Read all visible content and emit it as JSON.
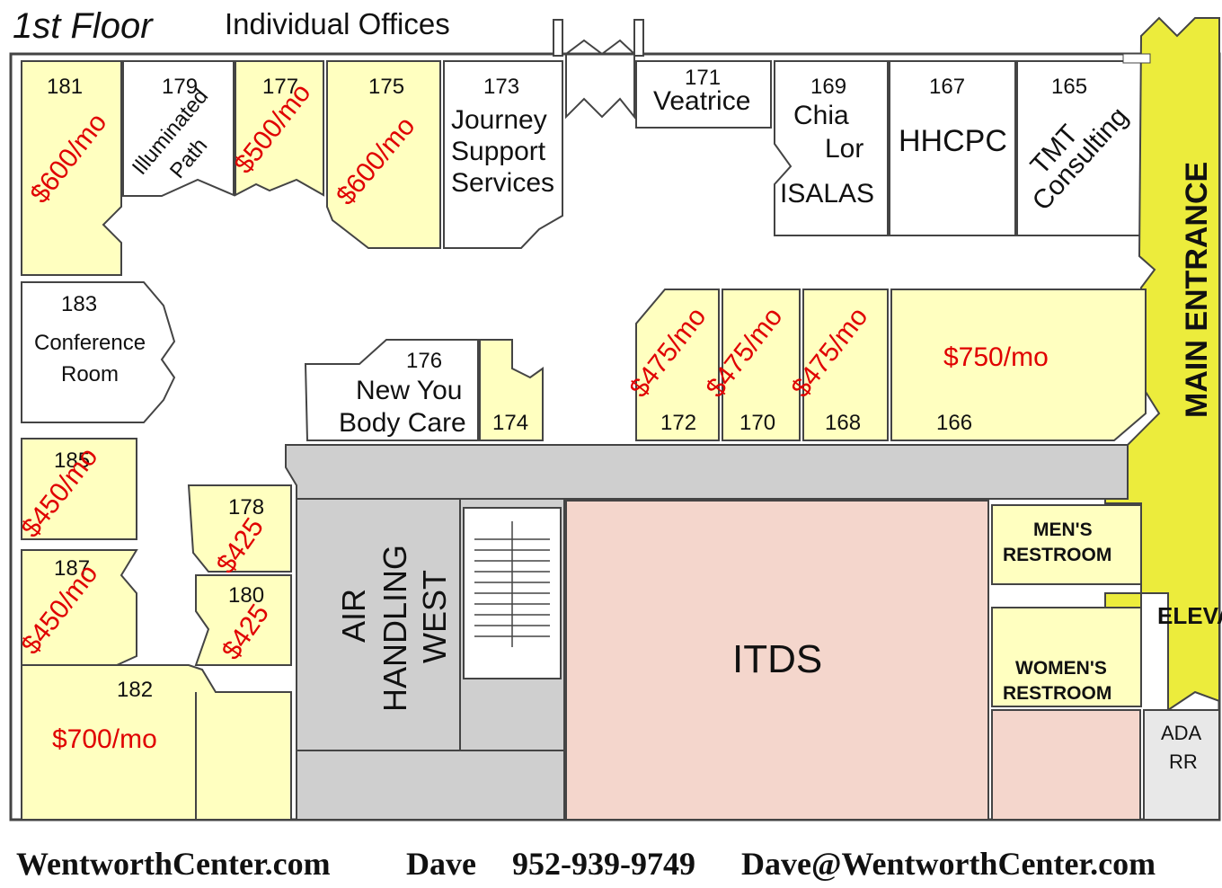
{
  "header": {
    "floor": "1st Floor",
    "subtitle": "Individual Offices"
  },
  "colors": {
    "available": "#ffffc0",
    "entrance": "#ecec3c",
    "mechanical": "#cfcfcf",
    "itds": "#f4d6cc",
    "ada": "#e8e8e8",
    "price": "#e00000",
    "wall": "#444444"
  },
  "rooms": {
    "r181": {
      "number": "181",
      "price": "$600/mo"
    },
    "r179": {
      "number": "179",
      "tenant_line1": "Illuminated",
      "tenant_line2": "Path"
    },
    "r177": {
      "number": "177",
      "price": "$500/mo"
    },
    "r175": {
      "number": "175",
      "price": "$600/mo"
    },
    "r173": {
      "number": "173",
      "tenant_line1": "Journey",
      "tenant_line2": "Support",
      "tenant_line3": "Services"
    },
    "r171": {
      "number": "171",
      "tenant": "Veatrice"
    },
    "r169": {
      "number": "169",
      "tenant_line1": "Chia",
      "tenant_line2": "Lor",
      "tenant_line3": "ISALAS"
    },
    "r167": {
      "number": "167",
      "tenant": "HHCPC"
    },
    "r165": {
      "number": "165",
      "tenant_line1": "TMT",
      "tenant_line2": "Consulting"
    },
    "r183": {
      "number": "183",
      "name_line1": "Conference",
      "name_line2": "Room"
    },
    "r176": {
      "number": "176",
      "tenant_line1": "New You",
      "tenant_line2": "Body Care"
    },
    "r174": {
      "number": "174"
    },
    "r172": {
      "number": "172",
      "price": "$475/mo"
    },
    "r170": {
      "number": "170",
      "price": "$475/mo"
    },
    "r168": {
      "number": "168",
      "price": "$475/mo"
    },
    "r166": {
      "number": "166",
      "price": "$750/mo"
    },
    "r185": {
      "number": "185",
      "price": "$450/mo"
    },
    "r187": {
      "number": "187",
      "price": "$450/mo"
    },
    "r178": {
      "number": "178",
      "price": "$425"
    },
    "r180": {
      "number": "180",
      "price": "$425"
    },
    "r182": {
      "number": "182",
      "price": "$700/mo"
    }
  },
  "areas": {
    "air_handling_line1": "AIR",
    "air_handling_line2": "HANDLING",
    "air_handling_line3": "WEST",
    "itds": "ITDS",
    "mens_line1": "MEN'S",
    "mens_line2": "RESTROOM",
    "womens_line1": "WOMEN'S",
    "womens_line2": "RESTROOM",
    "ada_line1": "ADA",
    "ada_line2": "RR",
    "main_entrance": "MAIN ENTRANCE",
    "elevator": "ELEVA"
  },
  "footer": {
    "website": "WentworthCenter.com",
    "contact_name": "Dave",
    "phone": "952-939-9749",
    "email": "Dave@WentworthCenter.com"
  }
}
